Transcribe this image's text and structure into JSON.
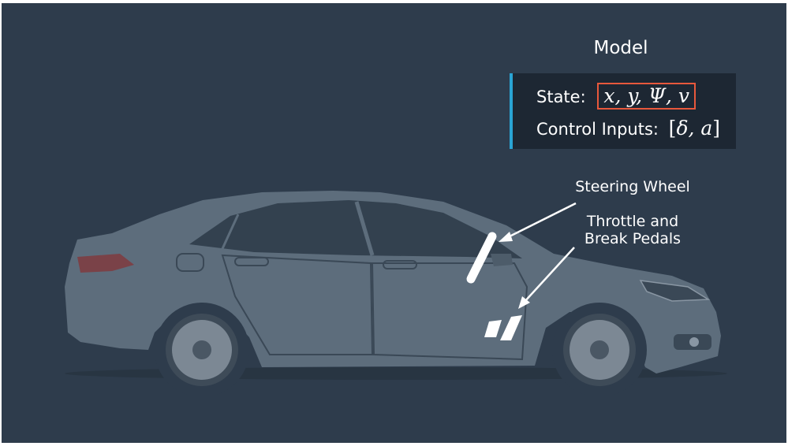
{
  "model": {
    "title": "Model",
    "state_label": "State:",
    "state_vars": "x, y, Ψ, v",
    "control_label": "Control Inputs:",
    "control_vars_open": "[",
    "control_vars_inner": "δ, a",
    "control_vars_close": "]"
  },
  "callouts": {
    "steering": "Steering Wheel",
    "pedals_line1": "Throttle and",
    "pedals_line2": "Break Pedals"
  },
  "colors": {
    "background": "#2e3c4c",
    "panel": "#1d2733",
    "accent_bar": "#2aa4d4",
    "highlight_box": "#e8583c",
    "car_body": "#5d6d7c"
  }
}
